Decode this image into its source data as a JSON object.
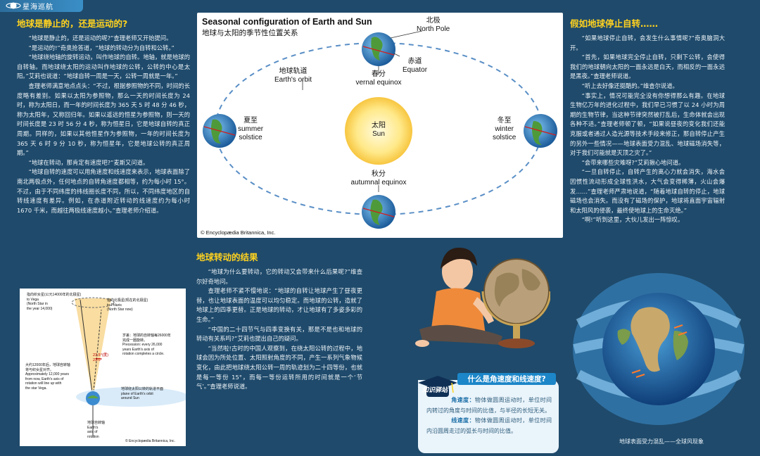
{
  "header": {
    "section_label": "星海巡航"
  },
  "left_column": {
    "title": "地球是静止的，还是运动的?",
    "paragraphs": [
      "“地球是静止的，还是运动的呢?”查理老师又开始提问。",
      "“是运动的!”奇奥抢答道，“地球的转动分为自转和公转。”",
      "“地球绕地轴的旋转运动，叫作地球的自转。地轴，就是地球的自转轴。而地球绕太阳的运动叫作地球的公转，公转的中心是太阳。”艾莉也说道：“地球自转一周是一天，公转一周就是一年。”",
      "查理老师满意地点点头：“不过，根据参照物的不同，时间的长度略有差别。如果以太阳为参照物，那么一天的时间长度为 24 时，称为太阳日，而一年的时间长度为 365 天 5 时 48 分 46 秒，称为太阳年，又称回归年。如果以遥远的恒星为参照物，则一天的时间长度是 23 时 56 分 4 秒，称为恒星日，它是地球自转的真正周期。同样的，如果以其他恒星作为参照物，一年的时间长度为 365 天 6 时 9 分 10 秒，称为恒星年，它是地球公转的真正周期。”",
      "“地球在转动，那肯定有速度吧?”麦斯又问道。",
      "“地球自转的速度可以用角速度和线速度来表示，地球表面除了南北两极点外，任何地点的自转角速度都相等，约为每小时 15°。不过，由于不同纬度的纬线圈长度不同，所以，不同纬度地区的自转线速度有差异。例如，在赤道附近转动的线速度约为每小时 1670 千米，而越往两极线速度越小。”查理老师介绍道。"
    ]
  },
  "seasons_figure": {
    "title_en": "Seasonal configuration of Earth and Sun",
    "title_zh": "地球与太阳的季节性位置关系",
    "north_pole": [
      "北极",
      "North Pole"
    ],
    "equator": [
      "赤道",
      "Equator"
    ],
    "vernal": [
      "春分",
      "vernal equinox"
    ],
    "orbit": [
      "地球轨道",
      "Earth's orbit"
    ],
    "summer": [
      "夏至",
      "summer",
      "solstice"
    ],
    "sun": [
      "太阳",
      "Sun"
    ],
    "winter": [
      "冬至",
      "winter",
      "solstice"
    ],
    "autumnal": [
      "秋分",
      "autumnal equinox"
    ],
    "credit": "© Encyclopædia Britannica, Inc."
  },
  "middle_column": {
    "title": "地球转动的结果",
    "paragraphs": [
      "“地球为什么要转动，它的转动又会带来什么后果呢?”维查尔好奇地问。",
      "查理老师不紧不慢地说：“地球的自转让地球产生了昼夜更替，也让地球表面的温度可以均匀稳定。而地球的公转，造就了地球上的四季更替。正是地球的转动，才让地球有了多姿多彩的生命。”",
      "“中国的二十四节气与四季变换有关，那是不是也和地球的转动有关系吗?”艾莉也提出自己的疑问。",
      "“当然啦!古时的中国人观察到，在绕太阳公转的过程中，地球会因为所处位置、太阳照射角度的不同，产生一系列气象物候变化，由此把地球绕太阳公转一周的轨迹划为二十四等份，也就是每一等份 15°，而每一等份运转所用的时间就是一个‘节气’。”查理老师说道。"
    ]
  },
  "right_column": {
    "title": "假如地球停止自转……",
    "paragraphs": [
      "“如果地球停止自转，会发生什么事情呢?”奇奥脑洞大开。",
      "“首先，如果地球完全停止自转，只剩下公转，会使得我们的地球朝向太阳的一面永远是白天，而相反的一面永远是黑夜。”查理老师说道。",
      "“听上去好像还挺酷的。”维查尔说道。",
      "“事实上，情况可能完全没有你想得那么有趣。在地球生物亿万年的进化过程中，我们早已习惯了以 24 小时为周期的生物节律，当这种节律突然被打乱后，生命体就会出现各种不适。”查理老师顿了顿，“如果说昼夜的变化我们还能克服或者通过人造光源等技术手段来修正，那自转停止产生的另外一些情况——地球表面受力混乱、地球磁场消失等，对于我们可能就是灭顶之灾了。”",
      "“会带来哪些灾难呀?”艾莉揪心地问道。",
      "“一旦自转停止，自转产生的离心力就会消失，海水会因惯性流动形成全球性洪水，大气会变得稀薄，火山会爆发……”查理老师严肃地说道，“随着地球自转的停止，地球磁场也会消失。而没有了磁场的保护，地球将直面宇宙辐射和太阳风的侵袭，最终使地球上的生命灭绝。”",
      "“啊!”听到这里，大伙儿发出一阵惊叹。"
    ]
  },
  "knowledge_box": {
    "badge": "知识驿站",
    "title": "什么是角速度和线速度?",
    "angular_term": "角速度：",
    "angular_text": "物体做圆周运动时，单位时间内转过的角度与时间的比值，与半径的长短无关。",
    "linear_term": "线速度：",
    "linear_text": "物体做圆周运动时，单位时间内沿圆周走过的弧长与时间的比值。"
  },
  "precession_figure": {
    "vega": [
      "指向织女星(公元14000年的北极星)",
      "to Vega",
      "(North Star in",
      "the year 14,000)"
    ],
    "polaris": [
      "指向北极星(现在的北极星)",
      "to Polaris",
      "(North Star now)"
    ],
    "precession_zh": [
      "岁差：地球的自转轴每26000年",
      "完成一圈旋转。"
    ],
    "precession_en": [
      "Precession: every 26,000",
      "years Earth's axis of",
      "rotation completes a circle."
    ],
    "angle": "23.5°(度)",
    "angle_small": "23½°",
    "future_zh": [
      "大约12000年后，地球自转轴",
      "将与织女星对齐。"
    ],
    "future_en": [
      "Approximately 12,000 years",
      "from now, Earth's axis of",
      "rotation will line up with",
      "the star Vega."
    ],
    "plane_zh": "地球绕太阳公转的轨道平面",
    "plane_en": [
      "plane of Earth's orbit",
      "around Sun"
    ],
    "axis_zh": "地球自转轴",
    "axis_en": [
      "Earth's",
      "axis of",
      "rotation"
    ],
    "credit": "© Encyclopædia Britannica, Inc."
  },
  "globe_caption": "地球表面受力混乱——全球风现象",
  "colors": {
    "background": "#1f4a6b",
    "title": "#ffd21f",
    "text": "#eef4f8",
    "accent_blue": "#1c86c8"
  }
}
